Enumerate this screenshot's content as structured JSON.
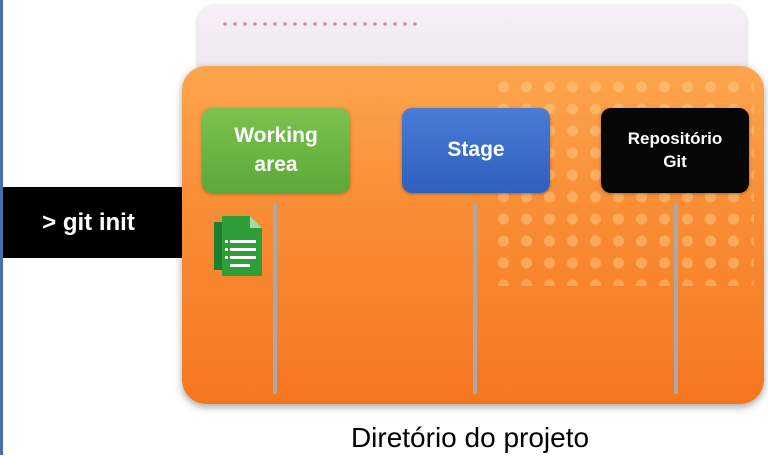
{
  "diagram": {
    "command_label": "> git init",
    "boxes": {
      "working_area": "Working\narea",
      "stage": "Stage",
      "repository": "Repositório\nGit"
    },
    "caption": "Diretório do projeto",
    "colors": {
      "folder": "#f98e37",
      "working_area": "#6ab342",
      "stage": "#3a6dcb",
      "repository": "#060606",
      "file_icon": "#2e9e3b"
    },
    "icons": {
      "file": "document-icon"
    }
  }
}
